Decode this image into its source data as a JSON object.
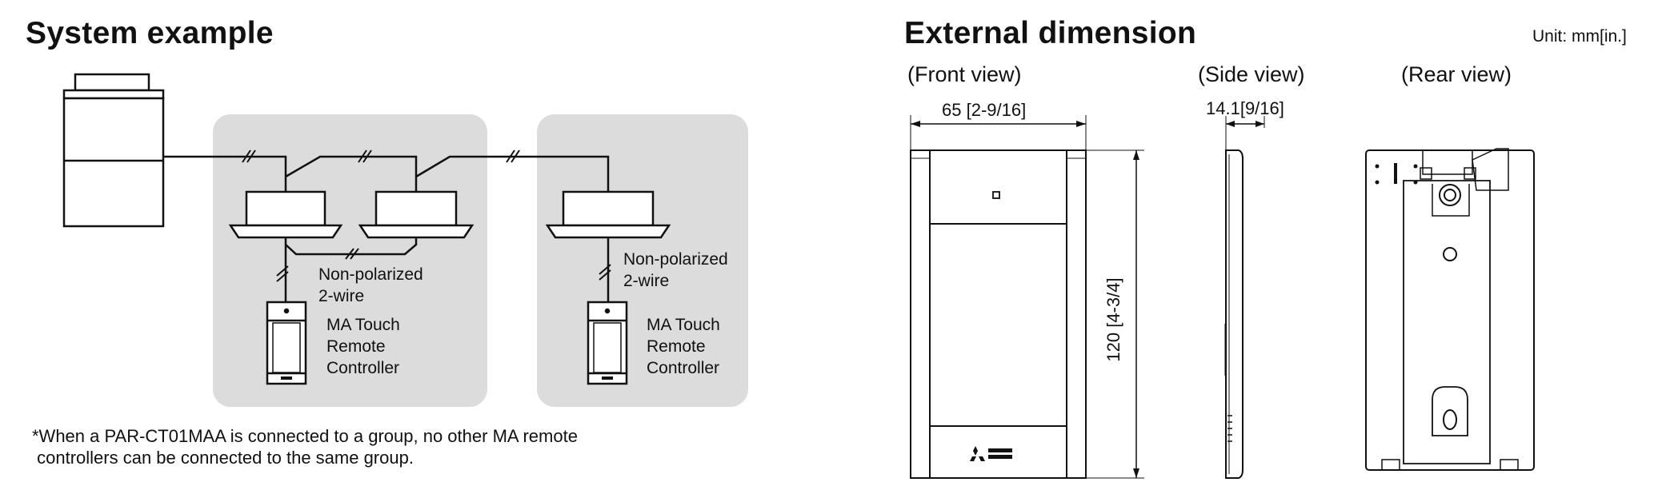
{
  "system": {
    "title": "System example",
    "wiring_label": "Non-polarized\n2-wire",
    "controller_label": "MA Touch\nRemote\nController",
    "note_line1": "*When a PAR-CT01MAA is connected to a group, no other MA remote",
    "note_line2": " controllers can be connected to the same group."
  },
  "external": {
    "title": "External dimension",
    "unit": "Unit: mm[in.]",
    "front_view": "(Front view)",
    "side_view": "(Side view)",
    "rear_view": "(Rear view)",
    "width_main": "65",
    "width_in": "[2-9/16]",
    "depth_main": "14.1",
    "depth_in": "[9/16]",
    "height_label": "120 [4-3/4]"
  }
}
